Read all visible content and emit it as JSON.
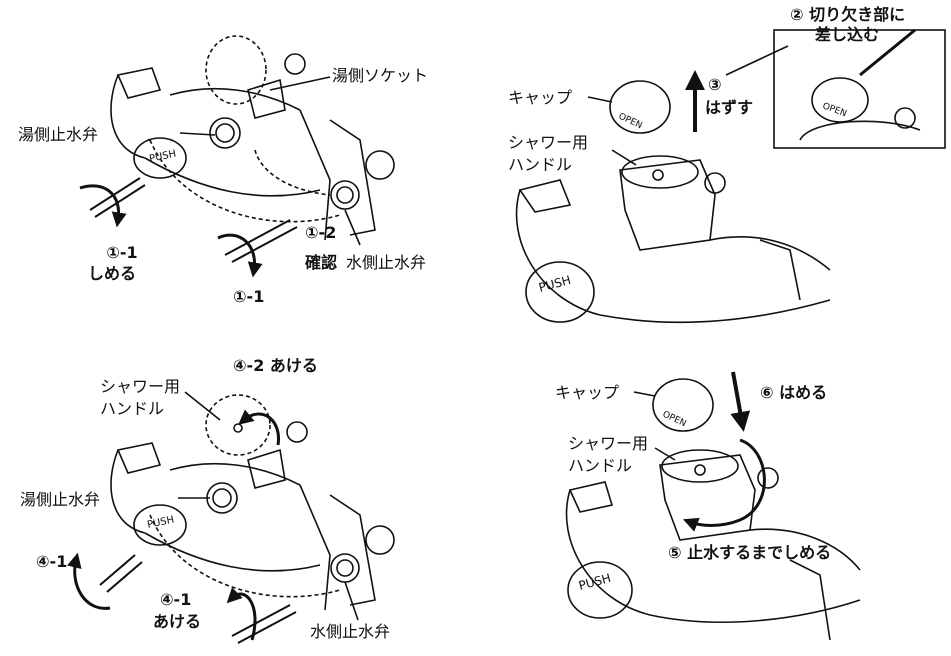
{
  "panel1": {
    "hot_socket": "湯側ソケット",
    "hot_valve": "湯側止水弁",
    "step_1_1_left_num": "①-1",
    "step_1_1_left_action": "しめる",
    "step_1_1_right": "①-1",
    "step_1_2_num": "①-2",
    "step_1_2_action": "確認",
    "cold_valve": "水側止水弁"
  },
  "panel2": {
    "callout_line1": "② 切り欠き部に",
    "callout_line2": "差し込む",
    "cap": "キャップ",
    "step3_num": "③",
    "step3_action": "はずす",
    "shower_handle_line1": "シャワー用",
    "shower_handle_line2": "ハンドル"
  },
  "panel3": {
    "step_4_2": "④-2 あける",
    "shower_handle_line1": "シャワー用",
    "shower_handle_line2": "ハンドル",
    "hot_valve": "湯側止水弁",
    "step_4_1_left": "④-1",
    "step_4_1_right_num": "④-1",
    "step_4_1_right_action": "あける",
    "cold_valve": "水側止水弁"
  },
  "panel4": {
    "cap": "キャップ",
    "step6": "⑥ はめる",
    "shower_handle_line1": "シャワー用",
    "shower_handle_line2": "ハンドル",
    "step5": "⑤ 止水するまでしめる"
  },
  "embossed": {
    "push": "PUSH",
    "open": "OPEN"
  }
}
